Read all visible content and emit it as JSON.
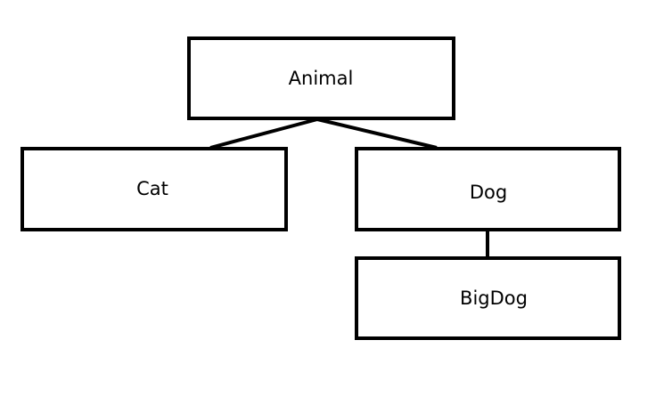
{
  "diagram": {
    "type": "class-hierarchy",
    "nodes": [
      {
        "id": "animal",
        "label": "Animal"
      },
      {
        "id": "cat",
        "label": "Cat"
      },
      {
        "id": "dog",
        "label": "Dog"
      },
      {
        "id": "bigdog",
        "label": "BigDog"
      }
    ],
    "edges": [
      {
        "from": "animal",
        "to": "cat"
      },
      {
        "from": "animal",
        "to": "dog"
      },
      {
        "from": "dog",
        "to": "bigdog"
      }
    ]
  },
  "colors": {
    "background": "#ffffff",
    "stroke": "#000000",
    "text": "#000000"
  }
}
